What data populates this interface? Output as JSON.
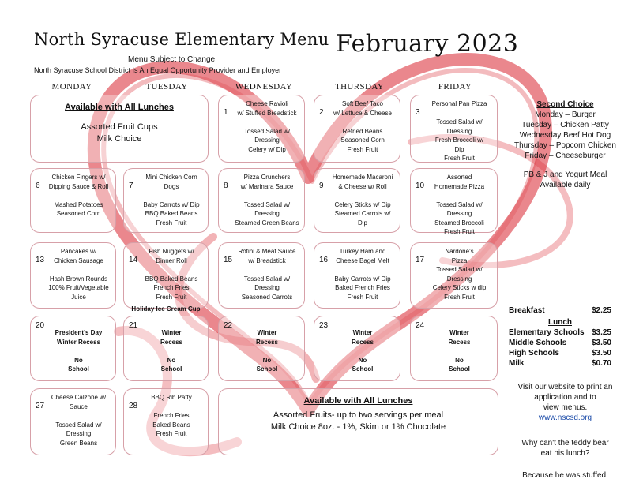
{
  "header": {
    "title": "North Syracuse Elementary Menu",
    "month": "February 2023",
    "subject": "Menu Subject to Change",
    "equal": "North Syracuse School District Is An Equal Opportunity Provider and Employer"
  },
  "days": [
    "MONDAY",
    "TUESDAY",
    "WEDNESDAY",
    "THURSDAY",
    "FRIDAY"
  ],
  "available_top": {
    "title": "Available with All Lunches",
    "lines": [
      "Assorted Fruit Cups",
      "Milk Choice"
    ]
  },
  "cells": [
    {
      "num": "1",
      "lines": [
        "Cheese Ravioli",
        "w/ Stuffed Breadstick",
        "",
        "Tossed Salad w/",
        "Dressing",
        "Celery w/ Dip"
      ]
    },
    {
      "num": "2",
      "lines": [
        "Soft Beef Taco",
        "w/ Lettuce & Cheese",
        "",
        "Refried Beans",
        "Seasoned Corn",
        "Fresh Fruit"
      ]
    },
    {
      "num": "3",
      "lines": [
        "Personal Pan Pizza",
        "",
        "Tossed Salad w/",
        "Dressing",
        "Fresh Broccoli w/",
        "Dip",
        "Fresh Fruit"
      ]
    },
    {
      "num": "6",
      "lines": [
        "Chicken Fingers w/",
        "Dipping Sauce & Roll",
        "",
        "Mashed Potatoes",
        "Seasoned Corn"
      ]
    },
    {
      "num": "7",
      "lines": [
        "Mini Chicken Corn",
        "Dogs",
        "",
        "Baby Carrots w/ Dip",
        "BBQ Baked Beans",
        "Fresh Fruit"
      ]
    },
    {
      "num": "8",
      "lines": [
        "Pizza Crunchers",
        "w/ Marinara Sauce",
        "",
        "Tossed Salad w/",
        "Dressing",
        "Steamed Green Beans"
      ]
    },
    {
      "num": "9",
      "lines": [
        "Homemade Macaroni",
        "& Cheese w/ Roll",
        "",
        "Celery Sticks w/ Dip",
        "Steamed Carrots w/",
        "Dip"
      ]
    },
    {
      "num": "10",
      "lines": [
        "Assorted",
        "Homemade Pizza",
        "",
        "Tossed Salad w/",
        "Dressing",
        "Steamed Broccoli",
        "Fresh Fruit"
      ]
    },
    {
      "num": "13",
      "lines": [
        "Pancakes w/",
        "Chicken Sausage",
        "",
        "Hash Brown Rounds",
        "100% Fruit/Vegetable",
        "Juice"
      ]
    },
    {
      "num": "14",
      "lines": [
        "Fish Nuggets w/",
        "Dinner Roll",
        "",
        "BBQ Baked Beans",
        "French Fries",
        "Fresh Fruit"
      ],
      "extra": "Holiday Ice Cream Cup"
    },
    {
      "num": "15",
      "lines": [
        "Rotini & Meat Sauce",
        "w/ Breadstick",
        "",
        "Tossed Salad w/",
        "Dressing",
        "Seasoned Carrots"
      ]
    },
    {
      "num": "16",
      "lines": [
        "Turkey Ham and",
        "Cheese Bagel Melt",
        "",
        "Baby Carrots w/ Dip",
        "Baked French Fries",
        "Fresh Fruit"
      ]
    },
    {
      "num": "17",
      "lines": [
        "Nardone's",
        "Pizza",
        "Tossed Salad w/",
        "Dressing",
        "Celery Sticks w dip",
        "Fresh Fruit"
      ]
    },
    {
      "num": "20",
      "lines": [
        "President's Day",
        "Winter Recess",
        "",
        "No",
        "School"
      ]
    },
    {
      "num": "21",
      "lines": [
        "Winter",
        "Recess",
        "",
        "No",
        "School"
      ]
    },
    {
      "num": "22",
      "lines": [
        "Winter",
        "Recess",
        "",
        "No",
        "School"
      ]
    },
    {
      "num": "23",
      "lines": [
        "Winter",
        "Recess",
        "",
        "No",
        "School"
      ]
    },
    {
      "num": "24",
      "lines": [
        "Winter",
        "Recess",
        "",
        "No",
        "School"
      ]
    },
    {
      "num": "27",
      "lines": [
        "Cheese Calzone w/",
        "Sauce",
        "",
        "Tossed Salad w/",
        "Dressing",
        "Green Beans"
      ]
    },
    {
      "num": "28",
      "lines": [
        "BBQ Rib Patty",
        "",
        "French Fries",
        "Baked Beans",
        "Fresh Fruit"
      ]
    }
  ],
  "available_bottom": {
    "title": "Available with All Lunches",
    "lines": [
      "Assorted Fruits- up to two servings per meal",
      "Milk Choice 8oz. - 1%, Skim or 1% Chocolate"
    ]
  },
  "sidebar": {
    "second_choice_title": "Second Choice",
    "second_choice": [
      "Monday – Burger",
      "Tuesday – Chicken Patty",
      "Wednesday Beef Hot Dog",
      "Thursday – Popcorn Chicken",
      "Friday – Cheeseburger"
    ],
    "pb_lines": [
      "PB & J and Yogurt Meal",
      "Available daily"
    ],
    "prices": {
      "breakfast_label": "Breakfast",
      "breakfast": "$2.25",
      "lunch_title": "Lunch",
      "rows": [
        {
          "label": "Elementary Schools",
          "price": "$3.25"
        },
        {
          "label": "Middle Schools",
          "price": "$3.50"
        },
        {
          "label": "High Schools",
          "price": "$3.50"
        },
        {
          "label": "Milk",
          "price": "$0.70"
        }
      ]
    },
    "website_lines": [
      "Visit our website to print an",
      "application and to",
      "view menus."
    ],
    "website_link": "www.nscsd.org",
    "riddle_lines": [
      "Why can't the teddy bear",
      "eat his lunch?"
    ],
    "answer": "Because he was stuffed!"
  },
  "colors": {
    "heart": "#d9252f",
    "border": "#d7a0a8",
    "link": "#1a4aa8"
  }
}
